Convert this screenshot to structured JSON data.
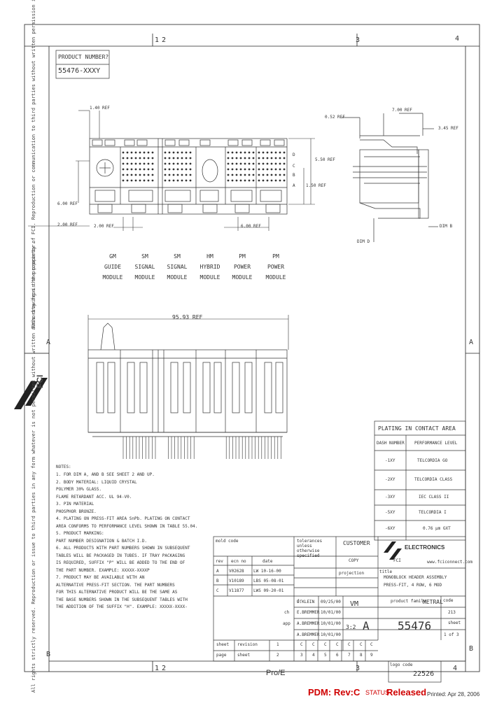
{
  "border": {
    "col_labels": [
      "1",
      "2",
      "3",
      "4"
    ],
    "row_labels": [
      "A",
      "B"
    ]
  },
  "product": {
    "label": "PRODUCT NUMBER?",
    "value": "55476-XXXY"
  },
  "dims": {
    "d140": "1.40 REF",
    "d600a": "6.00 REF",
    "d200a": "2.00 REF",
    "d200b": "2.00 REF",
    "d600b": "6.00 REF",
    "d550": "5.50 REF",
    "d150": "1.50 REF",
    "d052": "0.52 REF",
    "d700": "7.00 REF",
    "d345": "3.45 REF",
    "dimb": "DIM B",
    "dimd": "DIM D",
    "d9583": "95.93 REF",
    "rows": [
      "D",
      "C",
      "B",
      "A"
    ]
  },
  "modules": [
    {
      "code": "GM",
      "l1": "GUIDE",
      "l2": "MODULE"
    },
    {
      "code": "SM",
      "l1": "SIGNAL",
      "l2": "MODULE"
    },
    {
      "code": "SM",
      "l1": "SIGNAL",
      "l2": "MODULE"
    },
    {
      "code": "HM",
      "l1": "HYBRID",
      "l2": "MODULE"
    },
    {
      "code": "PM",
      "l1": "POWER",
      "l2": "MODULE"
    },
    {
      "code": "PM",
      "l1": "POWER",
      "l2": "MODULE"
    }
  ],
  "plating": {
    "title": "PLATING IN CONTACT AREA",
    "headers": [
      "DASH NUMBER",
      "PERFORMANCE LEVEL"
    ],
    "rows": [
      [
        "-1XY",
        "TELCORDIA GO"
      ],
      [
        "-2XY",
        "TELCORDIA CLASS"
      ],
      [
        "-3XY",
        "IEC CLASS II"
      ],
      [
        "-5XY",
        "TELCORDIA I"
      ],
      [
        "-6XY",
        "0.76 µm GXT"
      ]
    ]
  },
  "notes": {
    "title": "NOTES:",
    "lines": [
      "1.  FOR DIM A, AND B SEE SHEET 2 AND UP.",
      "2.  BODY MATERIAL: LIQUID CRYSTAL",
      "      POLYMER 30% GLASS.",
      "      FLAME RETARDANT ACC. UL 94-V0.",
      "3.  PIN MATERIAL",
      "      PHOSPHOR BRONZE.",
      "4.  PLATING ON PRESS-FIT AREA SnPb. PLATING ON CONTACT",
      "      AREA CONFORMS TO PERFORMANCE LEVEL SHOWN IN TABLE 55.04.",
      "5.  PRODUCT MARKING:",
      "      PART NUMBER DESIGNATION & BATCH I.D.",
      "6.  ALL PRODUCTS WITH PART NUMBERS SHOWN IN SUBSEQUENT",
      "      TABLES WILL BE PACKAGED IN TUBES. IF TRAY PACKAGING",
      "      IS REQUIRED, SUFFIX \"P\" WILL BE ADDED TO THE END OF",
      "      THE PART NUMBER. EXAMPLE: XXXXX-XXXXP",
      "7.  PRODUCT MAY BE AVAILABLE WITH AN",
      "      ALTERNATIVE PRESS-FIT SECTION. THE PART NUMBERS",
      "      FOR THIS ALTERNATIVE PRODUCT WILL BE THE SAME AS",
      "      THE BASE NUMBERS SHOWN IN THE SUBSEQUENT TABLES WITH",
      "      THE ADDITION OF THE SUFFIX \"H\". EXAMPLE: XXXXX-XXXX-"
    ]
  },
  "title_block": {
    "mold_code": "mold code",
    "tolerances": "tolerances unless otherwise specified",
    "customer": "CUSTOMER",
    "copy": "COPY",
    "company": "ELECTRONICS",
    "fci": "FCI",
    "website": "www.fciconnect.com",
    "rev_headers": [
      "rev",
      "ecn no",
      "date"
    ],
    "revs": [
      [
        "A",
        "V02628",
        "LW 10-16-00"
      ],
      [
        "B",
        "V10189",
        "LBS 05-08-01"
      ],
      [
        "C",
        "V11877",
        "LWS 09-20-01"
      ]
    ],
    "title_label": "title",
    "title_l1": "MONOBLOCK HEADER ASSEMBLY",
    "title_l2": "PRESS-FIT, 4 ROW, 6 MOD",
    "projection": "projection",
    "product_family_label": "product family",
    "product_family": "METRAL",
    "scale": "3:2",
    "size": "A",
    "vm": "VM",
    "sheet_label": "sheet",
    "sheet": "1 of 3",
    "doc_no": "55476",
    "code_label": "code",
    "code": "213",
    "approvals": [
      [
        "dr",
        "L.KLEIN",
        "09/25/00"
      ],
      [
        "ch",
        "E.BREMMER",
        "10/01/00"
      ],
      [
        "app",
        "A.BREMMER",
        "10/01/00"
      ],
      [
        "",
        "A.BREMMER",
        "10/01/00"
      ]
    ],
    "sheet_row": [
      "sheet",
      "revision",
      "1",
      "C",
      "C",
      "C",
      "C",
      "C",
      "C",
      "C"
    ],
    "page_row": [
      "page",
      "sheet",
      "2",
      "3",
      "4",
      "5",
      "6",
      "7",
      "8",
      "9"
    ],
    "logo_code_label": "logo code",
    "logo_code": "22526"
  },
  "footer": {
    "proe": "Pro/E",
    "pdm": "PDM: Rev:C",
    "status_label": "STATUS",
    "status": "Released",
    "printed": "Printed: Apr 28, 2006"
  },
  "legal": {
    "text1": "This drawing is the property of FCI. Reproduction or communication to third parties without written permission is prohibited.",
    "text2": "All rights strictly reserved. Reproduction or issue to third parties in any form whatever is not permitted without written authority from the proprietor.",
    "fci_logo": "FCI"
  }
}
